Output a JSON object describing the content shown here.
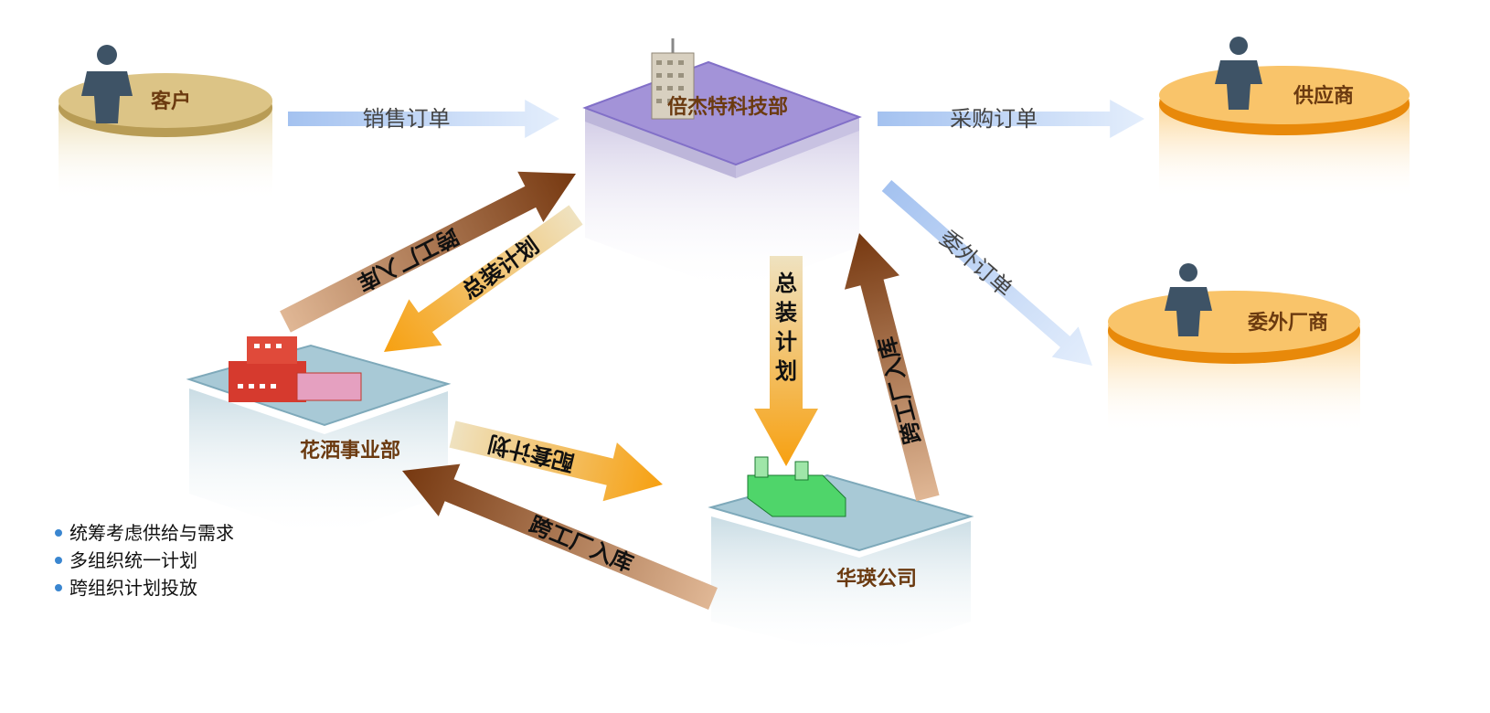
{
  "nodes": {
    "customer": "客户",
    "hq": "倍杰特科技部",
    "supplier": "供应商",
    "subcontractor": "委外厂商",
    "shower_division": "花洒事业部",
    "huaying": "华瑛公司"
  },
  "flows": {
    "sales_order": "销售订单",
    "purchase_order": "采购订单",
    "outsourcing_order": "委外订单",
    "cross_factory_in_1": "跨工厂入库",
    "assembly_plan_1": "总装计划",
    "assembly_plan_2": "总装计划",
    "cross_factory_in_2": "跨工厂入库",
    "matching_plan": "配套计划",
    "cross_factory_in_3": "跨工厂入库"
  },
  "bullets": [
    "统筹考虑供给与需求",
    "多组织统一计划",
    "跨组织计划投放"
  ],
  "colors": {
    "brown": "#7a3d12",
    "orange": "#f5a01a",
    "lightblue": "#a9c6f0",
    "purple": "#a08fd8",
    "tan": "#d6bd7c",
    "teal": "#a8c9d6"
  }
}
